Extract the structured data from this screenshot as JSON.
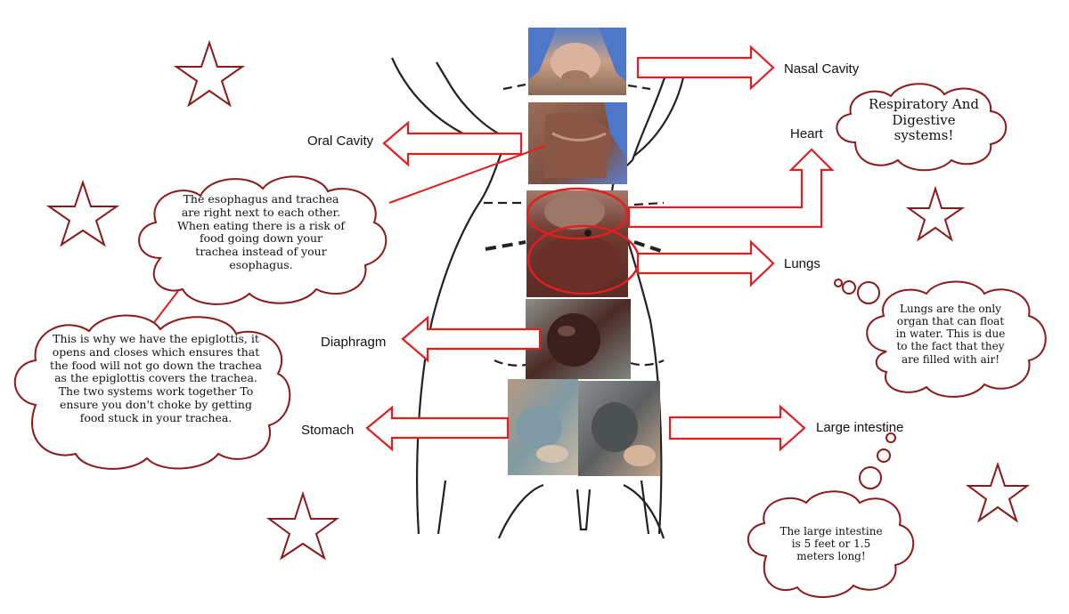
{
  "labels": {
    "nasal_cavity": "Nasal Cavity",
    "oral_cavity": "Oral Cavity",
    "heart": "Heart",
    "lungs": "Lungs",
    "diaphragm": "Diaphragm",
    "stomach": "Stomach",
    "large_intestine": "Large intestine"
  },
  "notes": {
    "title_cloud": "Respiratory And Digestive systems!",
    "esophagus_trachea": "The esophagus and trachea are right next to each other. When eating there is a risk of food going down your trachea instead of your esophagus.",
    "epiglottis": "This is why we have the epiglottis, it opens and closes which ensures that the food will not go down the trachea as the epiglottis covers the trachea. The two systems work together To ensure you don't choke by getting food stuck in your trachea.",
    "lungs_fact": "Lungs are the only organ that can float in water. This is due to the fact that they are filled with air!",
    "intestine_fact": "The large intestine is 5 feet or 1.5 meters long!"
  },
  "colors": {
    "cloud_outline": "#8b1a1a",
    "star_outline": "#8b1a1a",
    "arrow_outline": "#e02020",
    "body_outline": "#222222"
  }
}
